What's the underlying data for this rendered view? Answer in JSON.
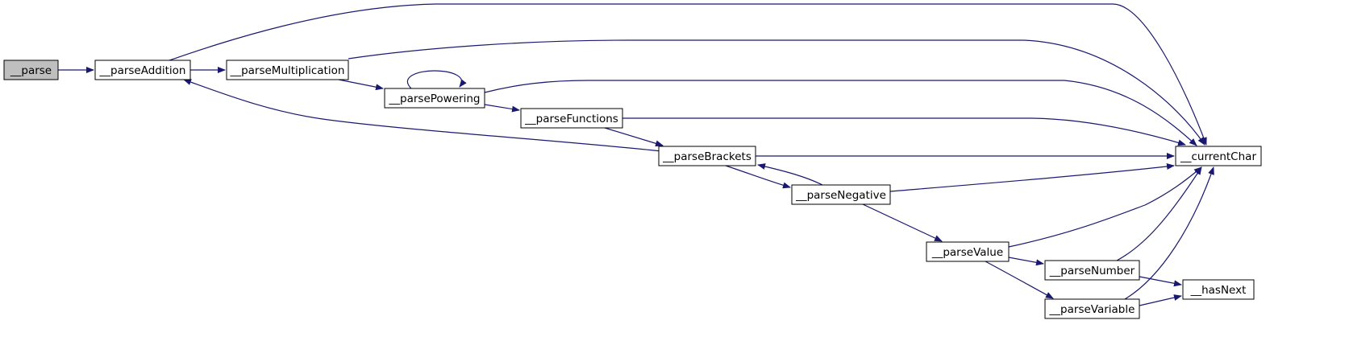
{
  "diagram": {
    "colors": {
      "edge": "#191970",
      "node_fill": "#ffffff",
      "node_fill_selected": "#bfbfbf",
      "node_stroke": "#000000"
    },
    "nodes": {
      "parse": {
        "label": "__parse",
        "selected": true
      },
      "parseAddition": {
        "label": "__parseAddition"
      },
      "parseMultiplication": {
        "label": "__parseMultiplication"
      },
      "parsePowering": {
        "label": "__parsePowering"
      },
      "parseFunctions": {
        "label": "__parseFunctions"
      },
      "parseBrackets": {
        "label": "__parseBrackets"
      },
      "parseNegative": {
        "label": "__parseNegative"
      },
      "parseValue": {
        "label": "__parseValue"
      },
      "parseNumber": {
        "label": "__parseNumber"
      },
      "parseVariable": {
        "label": "__parseVariable"
      },
      "hasNext": {
        "label": "__hasNext"
      },
      "currentChar": {
        "label": "__currentChar"
      }
    },
    "edges": [
      {
        "from": "parse",
        "to": "parseAddition"
      },
      {
        "from": "parseAddition",
        "to": "parseMultiplication"
      },
      {
        "from": "parseAddition",
        "to": "currentChar"
      },
      {
        "from": "parseMultiplication",
        "to": "parsePowering"
      },
      {
        "from": "parseMultiplication",
        "to": "currentChar"
      },
      {
        "from": "parsePowering",
        "to": "parsePowering"
      },
      {
        "from": "parsePowering",
        "to": "parseFunctions"
      },
      {
        "from": "parsePowering",
        "to": "currentChar"
      },
      {
        "from": "parseFunctions",
        "to": "parseBrackets"
      },
      {
        "from": "parseFunctions",
        "to": "currentChar"
      },
      {
        "from": "parseBrackets",
        "to": "parseAddition"
      },
      {
        "from": "parseBrackets",
        "to": "parseNegative"
      },
      {
        "from": "parseBrackets",
        "to": "currentChar"
      },
      {
        "from": "parseNegative",
        "to": "parseBrackets"
      },
      {
        "from": "parseNegative",
        "to": "parseValue"
      },
      {
        "from": "parseNegative",
        "to": "currentChar"
      },
      {
        "from": "parseValue",
        "to": "parseNumber"
      },
      {
        "from": "parseValue",
        "to": "parseVariable"
      },
      {
        "from": "parseValue",
        "to": "currentChar"
      },
      {
        "from": "parseNumber",
        "to": "hasNext"
      },
      {
        "from": "parseNumber",
        "to": "currentChar"
      },
      {
        "from": "parseVariable",
        "to": "hasNext"
      },
      {
        "from": "parseVariable",
        "to": "currentChar"
      }
    ]
  }
}
